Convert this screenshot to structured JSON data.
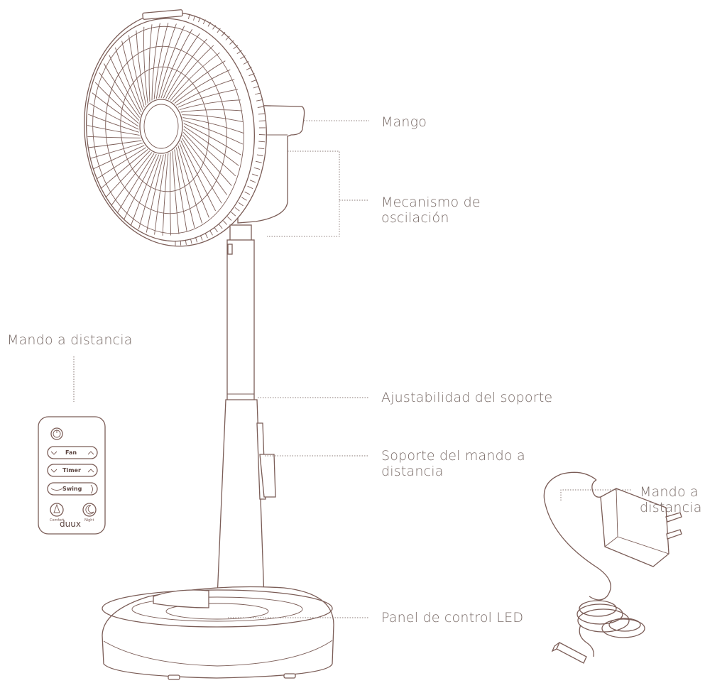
{
  "labels": {
    "handle": "Mango",
    "oscillation_line1": "Mecanismo de",
    "oscillation_line2": "oscilación",
    "remote": "Mando a distancia",
    "height_adjust": "Ajustabilidad del soporte",
    "remote_holder_line1": "Soporte del mando a",
    "remote_holder_line2": "distancia",
    "adapter_line1": "Mando a",
    "adapter_line2": "distancia",
    "led_panel": "Panel de control LED"
  },
  "remote_buttons": {
    "fan": "Fan",
    "timer": "Timer",
    "swing": "Swing",
    "comfort": "Comfort",
    "night": "Night",
    "brand": "duux"
  },
  "colors": {
    "line": "#7b5d57",
    "text": "#7a6c68",
    "background": "#ffffff"
  }
}
